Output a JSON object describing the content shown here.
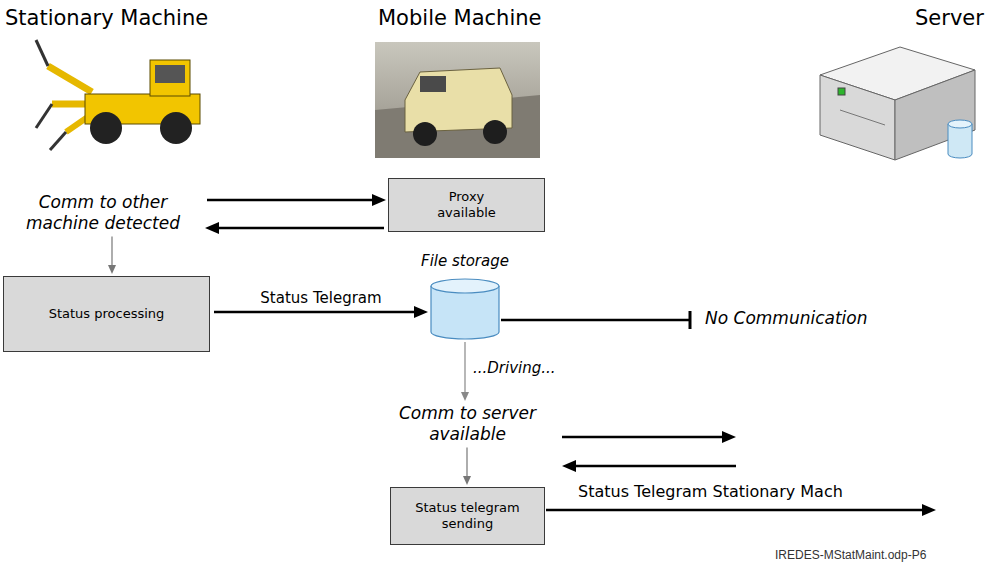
{
  "diagram": {
    "nodes": [
      {
        "text": [
          "Comm to other machine detected"
        ]
      },
      {
        "text": [
          "Proxy available"
        ]
      },
      {
        "text": [
          "Status processing"
        ]
      },
      {
        "text": [
          "File storage"
        ]
      },
      {
        "text": [
          "Comm to server available"
        ]
      },
      {
        "text": [
          "Status telegram sending"
        ]
      }
    ],
    "edges": [
      {
        "from": 0,
        "to": 1,
        "arrow": "to"
      },
      {
        "from": 1,
        "to": 0,
        "arrow": "to"
      },
      {
        "from": 0,
        "to": 2,
        "arrow": "to"
      },
      {
        "from": 2,
        "to": 3,
        "label": "Status Telegram",
        "arrow": "to"
      },
      {
        "from": 3,
        "to": 4,
        "label": "...Driving...",
        "arrow": "to"
      },
      {
        "from": 4,
        "to": 5,
        "arrow": "to"
      }
    ],
    "labels": [
      "Stationary Machine",
      "Mobile Machine",
      "Server",
      "No Communication",
      "Status Telegram Stationary Mach",
      "IREDES-MStatMaint.odp-P6"
    ]
  }
}
